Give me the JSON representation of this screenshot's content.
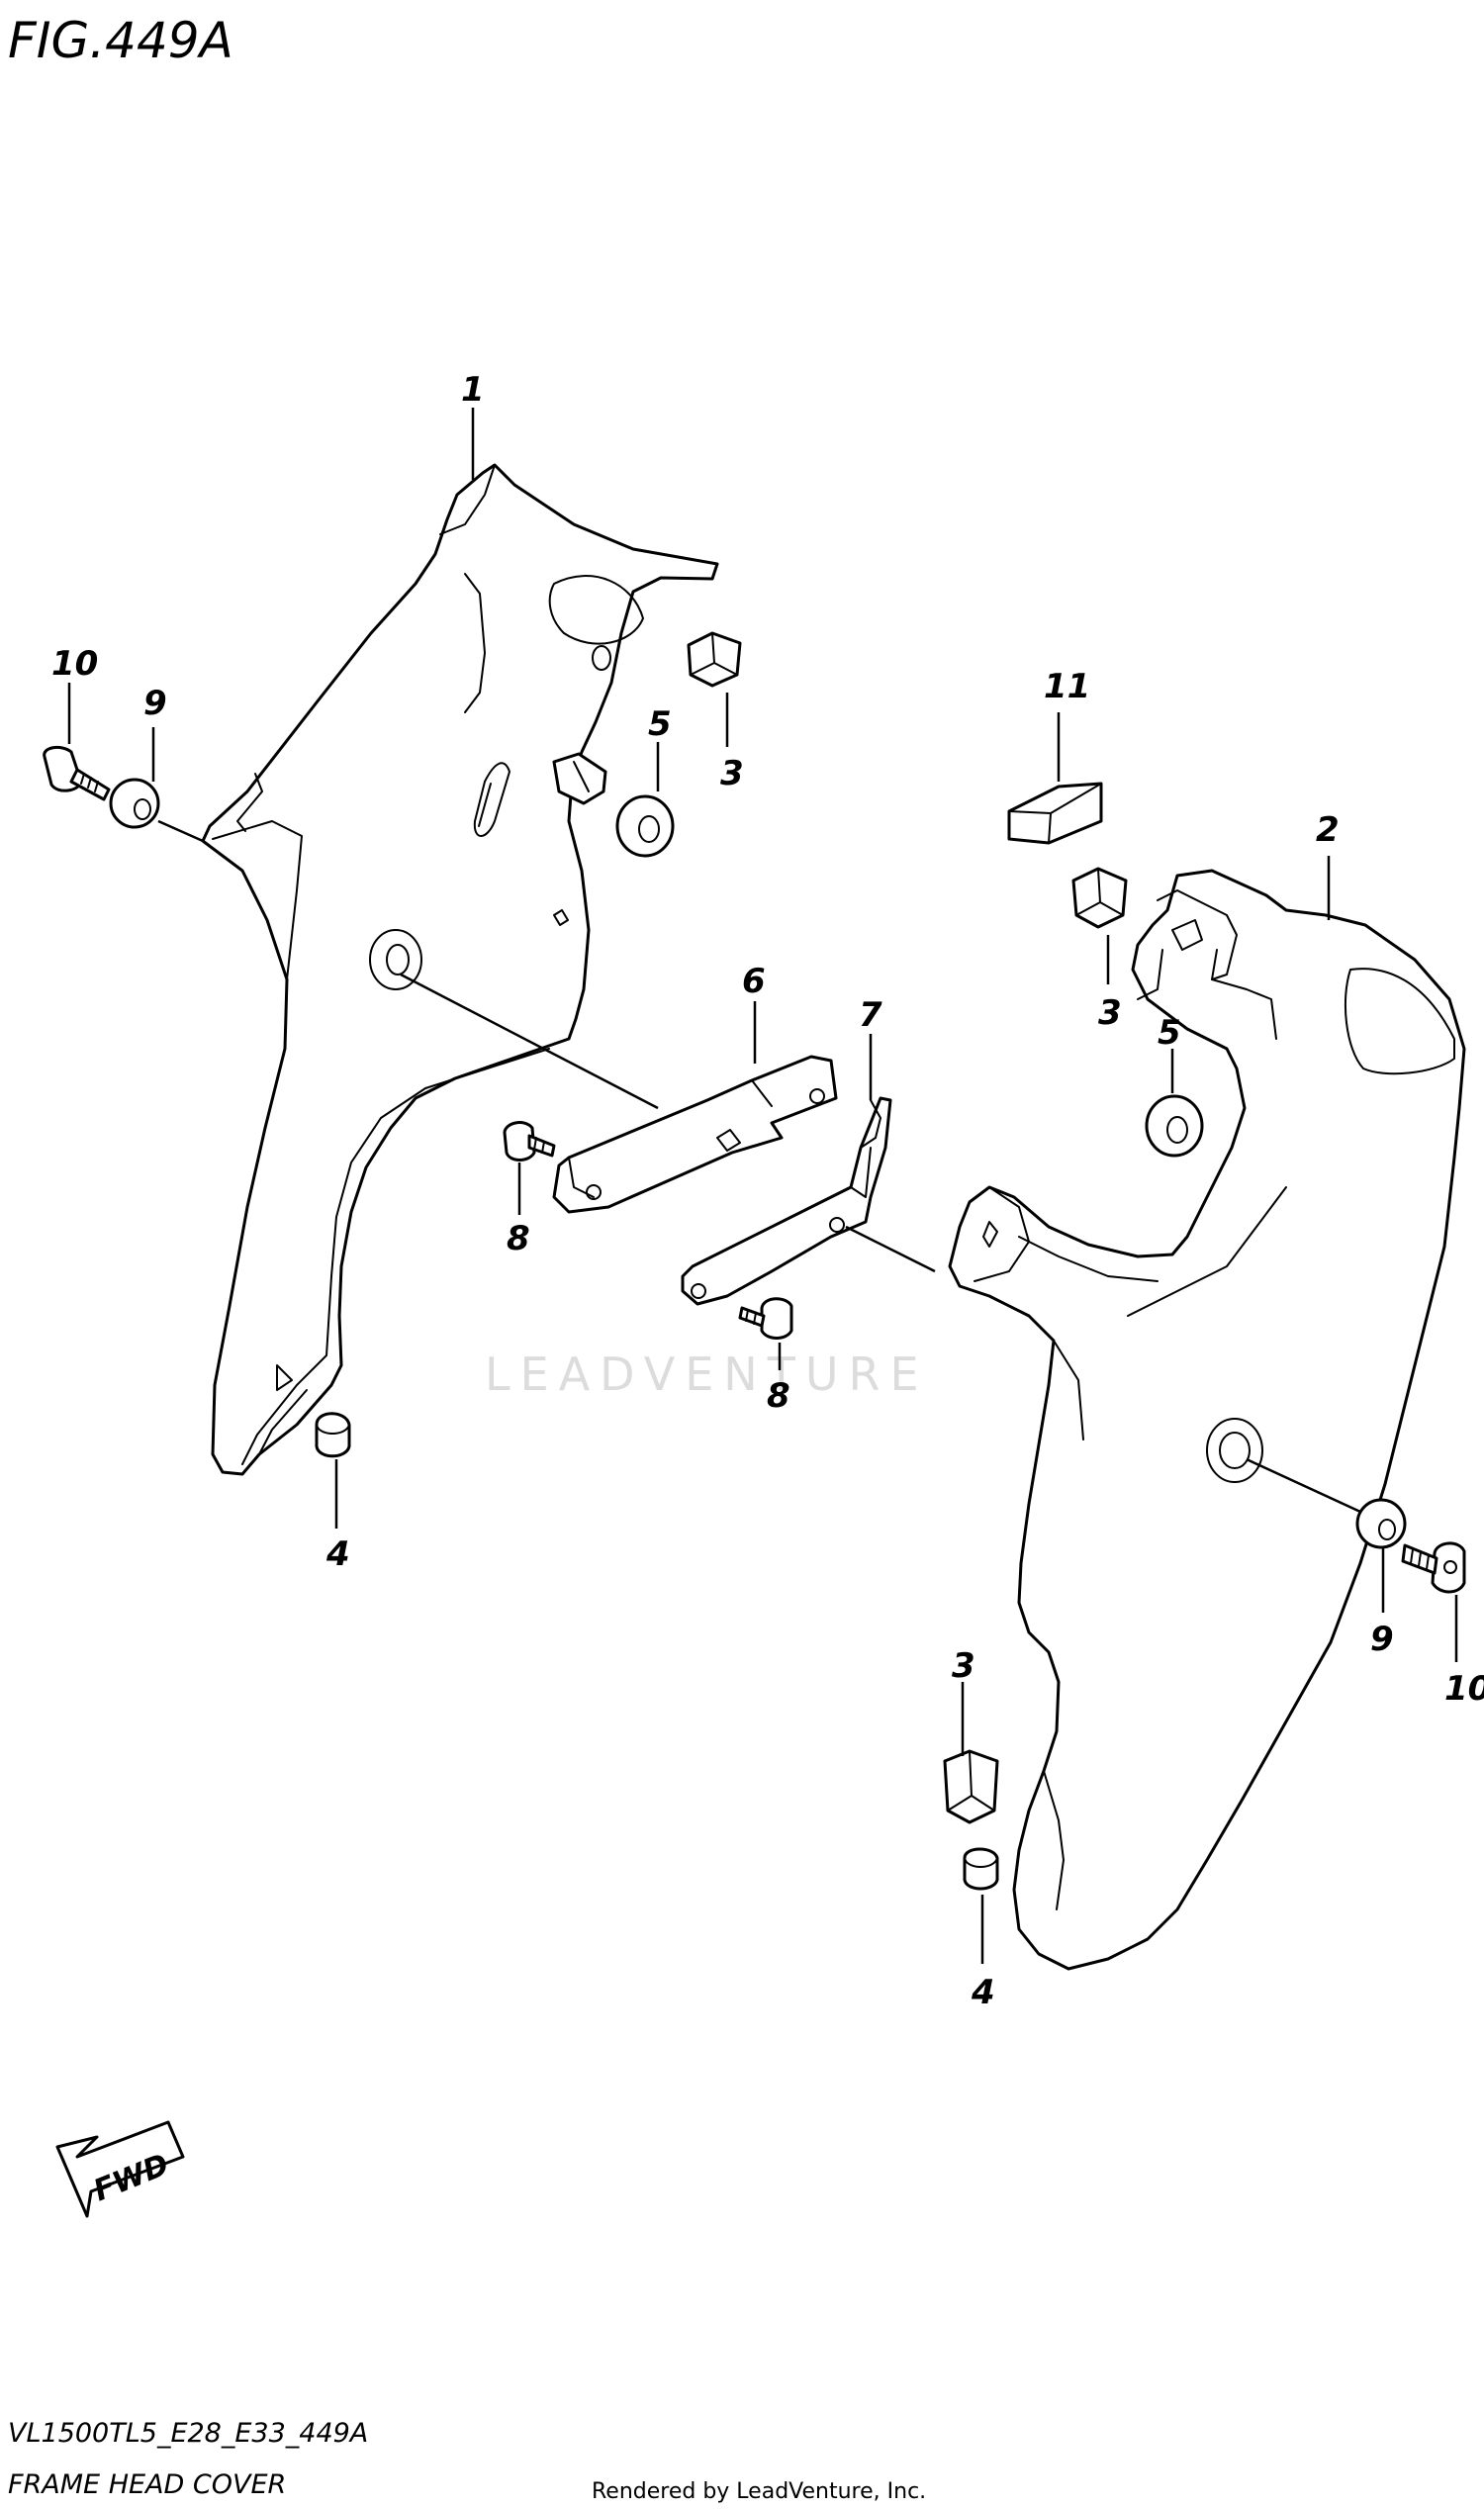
{
  "figure": {
    "title": "FIG.449A",
    "model_code": "VL1500TL5_E28_E33_449A",
    "caption": "FRAME HEAD COVER",
    "render_credit": "Rendered by LeadVenture, Inc.",
    "watermark": "LEADVENTURE"
  },
  "direction_marker": {
    "label": "FWD",
    "icon": "fwd-arrow-icon"
  },
  "callouts": [
    {
      "id": "c1",
      "label": "1"
    },
    {
      "id": "c2",
      "label": "2"
    },
    {
      "id": "c3a",
      "label": "3"
    },
    {
      "id": "c3b",
      "label": "3"
    },
    {
      "id": "c3c",
      "label": "3"
    },
    {
      "id": "c4a",
      "label": "4"
    },
    {
      "id": "c4b",
      "label": "4"
    },
    {
      "id": "c5a",
      "label": "5"
    },
    {
      "id": "c5b",
      "label": "5"
    },
    {
      "id": "c6",
      "label": "6"
    },
    {
      "id": "c7",
      "label": "7"
    },
    {
      "id": "c8a",
      "label": "8"
    },
    {
      "id": "c8b",
      "label": "8"
    },
    {
      "id": "c9a",
      "label": "9"
    },
    {
      "id": "c9b",
      "label": "9"
    },
    {
      "id": "c10a",
      "label": "10"
    },
    {
      "id": "c10b",
      "label": "10"
    },
    {
      "id": "c11",
      "label": "11"
    }
  ]
}
